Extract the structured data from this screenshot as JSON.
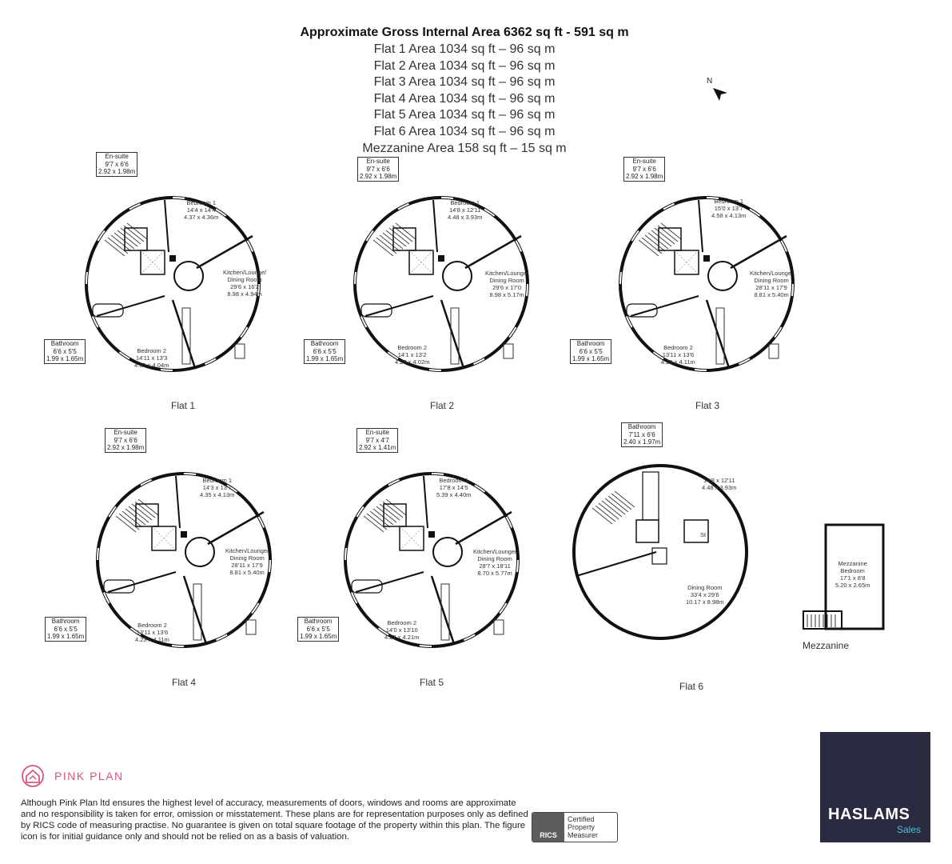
{
  "header": {
    "title": "Approximate Gross Internal Area 6362 sq ft - 591 sq m",
    "areas": [
      "Flat 1 Area 1034 sq ft – 96 sq m",
      "Flat 2 Area 1034 sq ft – 96 sq m",
      "Flat 3 Area 1034 sq ft – 96 sq m",
      "Flat 4 Area 1034 sq ft – 96 sq m",
      "Flat 5 Area 1034 sq ft – 96 sq m",
      "Flat 6 Area 1034 sq ft – 96 sq m",
      "Mezzanine Area 158 sq ft – 15 sq m"
    ]
  },
  "north_label": "N",
  "flats": [
    {
      "label": "Flat 1",
      "ensuite": [
        "En-suite",
        "9'7 x 6'6",
        "2.92 x 1.98m"
      ],
      "bathroom": [
        "Bathroom",
        "6'6 x 5'5",
        "1.99 x 1.65m"
      ],
      "bedroom1": [
        "Bedroom 1",
        "14'4 x 14'4",
        "4.37 x 4.36m"
      ],
      "kitchen": [
        "Kitchen/Lounge/",
        "Dining Room",
        "29'6 x 16'2",
        "8.98 x 4.94m"
      ],
      "bedroom2": [
        "Bedroom 2",
        "14'11 x 13'3",
        "4.55 x 4.04m"
      ]
    },
    {
      "label": "Flat 2",
      "ensuite": [
        "En-suite",
        "9'7 x 6'6",
        "2.92 x 1.98m"
      ],
      "bathroom": [
        "Bathroom",
        "6'6 x 5'5",
        "1.99 x 1.65m"
      ],
      "bedroom1": [
        "Bedroom 1",
        "14'8 x 12'11",
        "4.48 x 3.93m"
      ],
      "kitchen": [
        "Kitchen/Lounge/",
        "Dining Room",
        "29'6 x 17'0",
        "8.98 x 5.17m"
      ],
      "bedroom2": [
        "Bedroom 2",
        "14'1 x 13'2",
        "4.28 x 4.02m"
      ]
    },
    {
      "label": "Flat 3",
      "ensuite": [
        "En-suite",
        "9'7 x 6'6",
        "2.92 x 1.98m"
      ],
      "bathroom": [
        "Bathroom",
        "6'6 x 5'5",
        "1.99 x 1.65m"
      ],
      "bedroom1": [
        "Bedroom 1",
        "15'0 x 13'7",
        "4.58 x 4.13m"
      ],
      "kitchen": [
        "Kitchen/Lounge/",
        "Dining Room",
        "28'11 x 17'9",
        "8.81 x 5.40m"
      ],
      "bedroom2": [
        "Bedroom 2",
        "13'11 x 13'6",
        "4.23 x 4.11m"
      ]
    },
    {
      "label": "Flat 4",
      "ensuite": [
        "En-suite",
        "9'7 x 6'6",
        "2.92 x 1.98m"
      ],
      "bathroom": [
        "Bathroom",
        "6'6 x 5'5",
        "1.99 x 1.65m"
      ],
      "bedroom1": [
        "Bedroom 1",
        "14'3 x 13'7",
        "4.35 x 4.13m"
      ],
      "kitchen": [
        "Kitchen/Lounge/",
        "Dining Room",
        "28'11 x 17'9",
        "8.81 x 5.40m"
      ],
      "bedroom2": [
        "Bedroom 2",
        "13'11 x 13'6",
        "4.23 x 4.11m"
      ]
    },
    {
      "label": "Flat 5",
      "ensuite": [
        "En-suite",
        "9'7 x 4'7",
        "2.92 x 1.41m"
      ],
      "bathroom": [
        "Bathroom",
        "6'6 x 5'5",
        "1.99 x 1.65m"
      ],
      "bedroom1": [
        "Bedroom 1",
        "17'8 x 14'5",
        "5.39 x 4.40m"
      ],
      "kitchen": [
        "Kitchen/Lounge/",
        "Dining Room",
        "28'7 x 18'11",
        "8.70 x 5.77m"
      ],
      "bedroom2": [
        "Bedroom 2",
        "14'0 x 13'10",
        "4.27 x 4.21m"
      ]
    }
  ],
  "flat6": {
    "label": "Flat 6",
    "bathroom": [
      "Bathroom",
      "7'11 x 6'6",
      "2.40 x 1.97m"
    ],
    "room1": [
      "14'8 x 12'11",
      "4.48 x 3.93m"
    ],
    "store": "St",
    "dining": [
      "Dining Room",
      "33'4 x 29'6",
      "10.17 x 8.98m"
    ]
  },
  "mezzanine": {
    "label": "Mezzanine",
    "bedroom": [
      "Mezzanine",
      "Bedroom",
      "17'1 x 8'8",
      "5.20 x 2.65m"
    ]
  },
  "footer": {
    "brand": "PINK PLAN",
    "disclaimer": "Although Pink Plan ltd ensures the highest level of accuracy, measurements of doors, windows and rooms are approximate and no responsibility is taken for error, omission or misstatement. These plans are for representation purposes only as defined by RICS code of measuring practise. No guarantee is given on total square footage of the property within this plan. The figure icon is for initial guidance only and should not be relied on as a basis of valuation.",
    "rics_badge": "RICS",
    "rics_lines": [
      "Certified",
      "Property",
      "Measurer"
    ],
    "agent_name": "HASLAMS",
    "agent_sub": "Sales"
  },
  "colors": {
    "pink": "#d8587a",
    "agent_bg": "#2a2a40",
    "agent_accent": "#4fc0d8"
  }
}
